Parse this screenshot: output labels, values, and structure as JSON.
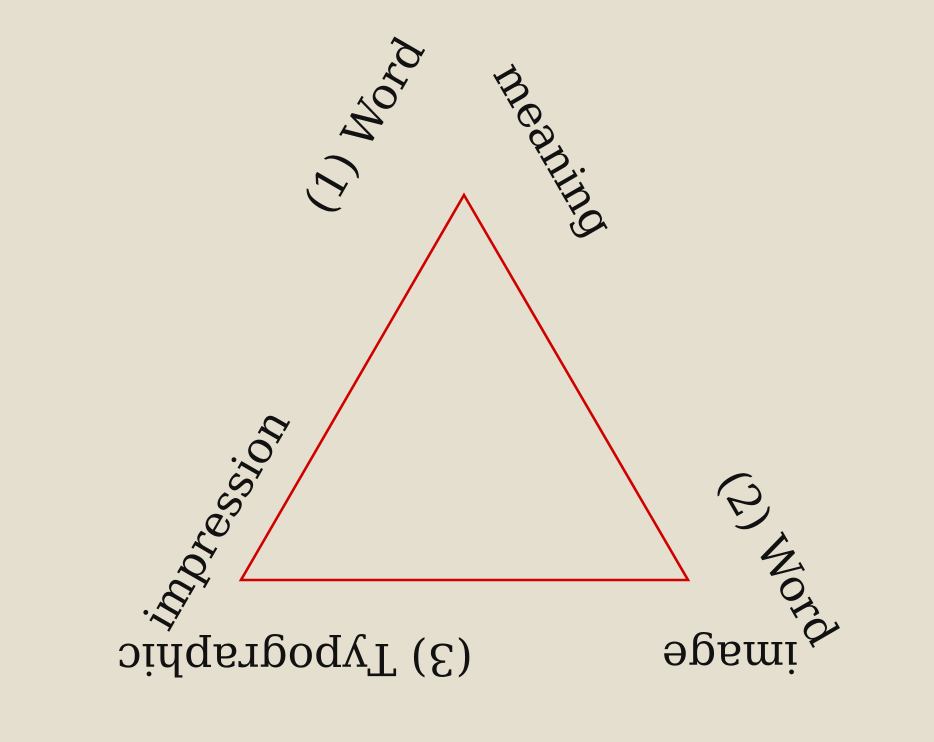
{
  "diagram": {
    "triangle_color": "#d00000",
    "background_color": "#e4dfce",
    "text_color": "#111111",
    "vertices": [
      {
        "id": "top",
        "lines": [
          "(1) Word",
          "meaning"
        ]
      },
      {
        "id": "right",
        "lines": [
          "(2) Word",
          "image"
        ]
      },
      {
        "id": "left",
        "lines": [
          "impression",
          "(3) Typographic"
        ]
      }
    ]
  }
}
